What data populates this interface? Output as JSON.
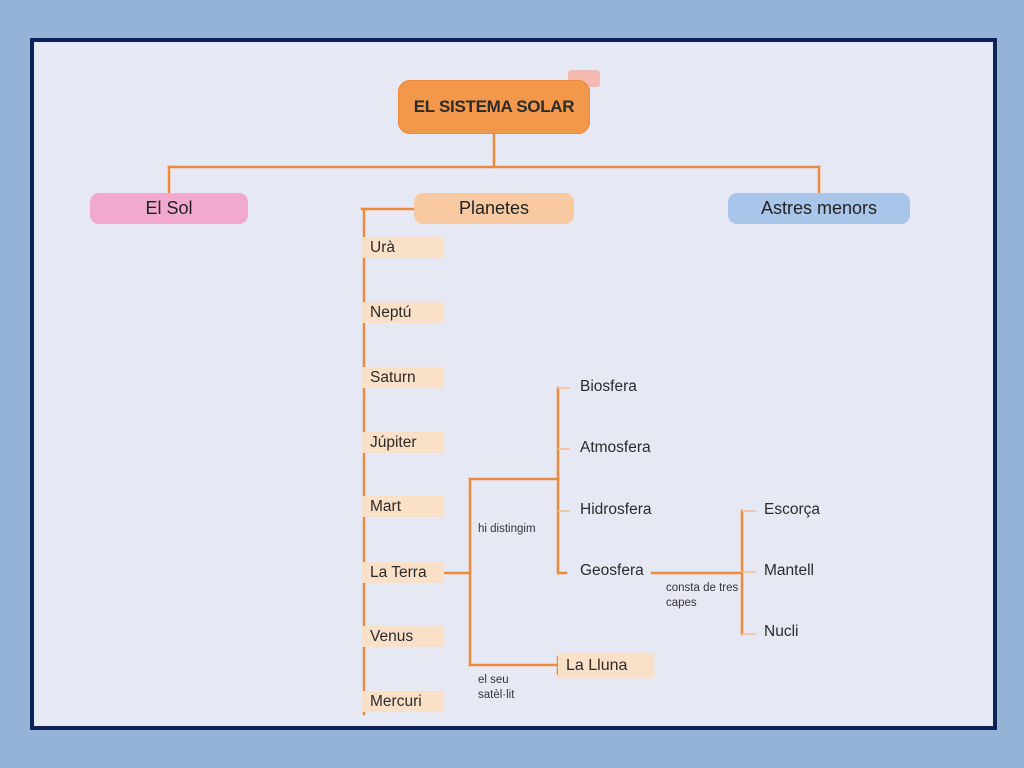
{
  "title": "EL SISTEMA SOLAR",
  "categories": {
    "sol": "El Sol",
    "planetes": "Planetes",
    "astres": "Astres menors"
  },
  "planets": [
    "Urà",
    "Neptú",
    "Saturn",
    "Júpiter",
    "Mart",
    "La Terra",
    "Venus",
    "Mercuri"
  ],
  "earth_relations": {
    "distinguish": "hi distingim",
    "satellite": "el seu satèl·lit"
  },
  "spheres": [
    "Biosfera",
    "Atmosfera",
    "Hidrosfera",
    "Geosfera"
  ],
  "geosphere_relation": "consta de tres capes",
  "layers": [
    "Escorça",
    "Mantell",
    "Nucli"
  ],
  "moon": "La Lluna",
  "colors": {
    "background": "#95b3d7",
    "frame_border": "#0f2257",
    "frame_fill": "#e6e9f4",
    "connector": "#ee8a3c",
    "root": "#f3974a",
    "sol": "#f3a9cf",
    "planetes": "#f9c9a1",
    "astres": "#a9c5ea",
    "leaf_fill": "#fbe0c8"
  }
}
